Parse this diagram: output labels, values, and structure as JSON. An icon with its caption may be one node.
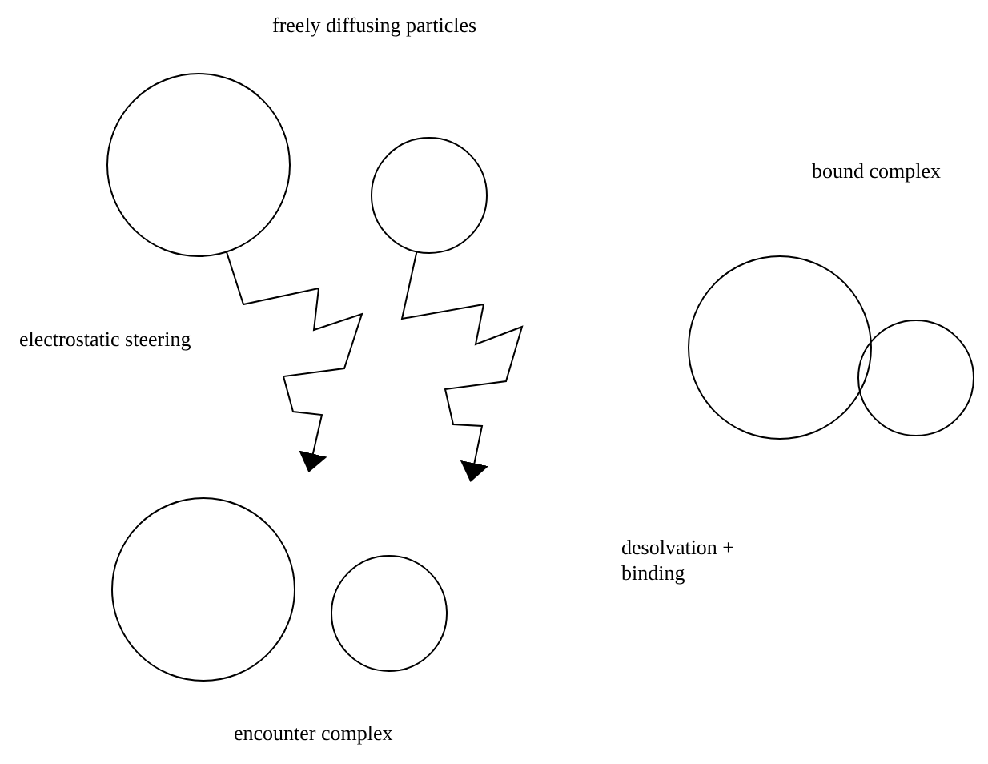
{
  "diagram": {
    "nodes": [
      {
        "text": [],
        "shape": "circle"
      },
      {
        "text": [],
        "shape": "circle"
      },
      {
        "text": [],
        "shape": "circle"
      },
      {
        "text": [],
        "shape": "circle"
      },
      {
        "text": [],
        "shape": "circle"
      },
      {
        "text": [],
        "shape": "circle"
      }
    ],
    "edges": [
      {
        "from": 0,
        "to": null,
        "arrow": "to"
      },
      {
        "from": 1,
        "to": null,
        "arrow": "to"
      }
    ],
    "labels": [
      "freely diffusing particles",
      "bound complex",
      "electrostatic steering",
      "desolvation + binding",
      "encounter complex"
    ]
  }
}
